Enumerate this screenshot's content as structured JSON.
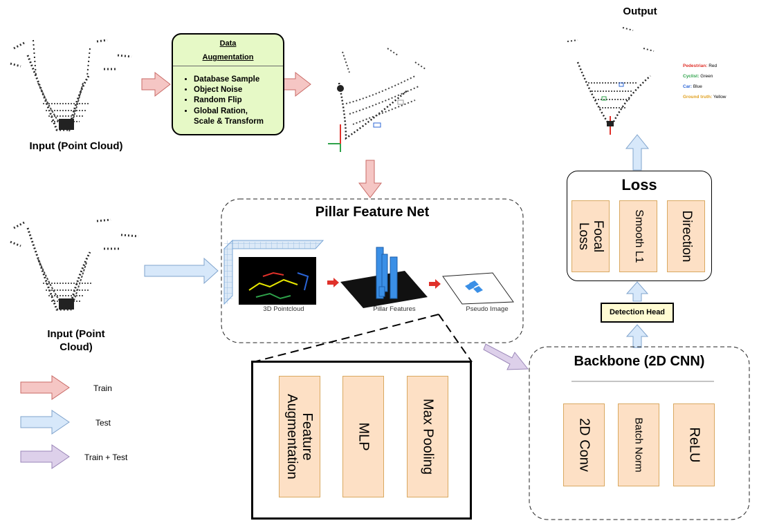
{
  "inputs": {
    "train_input_caption": "Input (Point Cloud)",
    "test_input_caption_line1": "Input (Point",
    "test_input_caption_line2": "Cloud)"
  },
  "data_augmentation": {
    "title_line1": "Data",
    "title_line2": "Augmentation",
    "items": [
      "Database Sample",
      "Object Noise",
      "Random Flip",
      "Global Ration,",
      "Scale & Transform"
    ]
  },
  "output": {
    "title": "Output",
    "legend": [
      {
        "label": "Pedestrian:",
        "value": "Red",
        "color": "#e0312a"
      },
      {
        "label": "Cyclist:",
        "value": "Green",
        "color": "#2ea24a"
      },
      {
        "label": "Car:",
        "value": "Blue",
        "color": "#2a64d6"
      },
      {
        "label": "Ground truth:",
        "value": "Yellow",
        "color": "#e0a020"
      }
    ]
  },
  "pillar_feature_net": {
    "title": "Pillar Feature Net",
    "labels": [
      "3D Pointcloud",
      "Pillar Features",
      "Pseudo Image"
    ]
  },
  "pfn_detail": {
    "blocks": [
      "Feature\nAugmentation",
      "MLP",
      "Max Pooling"
    ]
  },
  "loss": {
    "title": "Loss",
    "blocks": [
      "Focal\nLoss",
      "Smooth L1",
      "Direction"
    ]
  },
  "detection_head": "Detection Head",
  "backbone": {
    "title": "Backbone (2D CNN)",
    "blocks": [
      "2D Conv",
      "Batch Norm",
      "ReLU"
    ]
  },
  "legend": {
    "items": [
      {
        "label": "Train",
        "color": "#f5c6c4",
        "stroke": "#c96a66"
      },
      {
        "label": "Test",
        "color": "#d7e8fa",
        "stroke": "#7fa3cc"
      },
      {
        "label": "Train + Test",
        "color": "#ddd0ea",
        "stroke": "#9a86b8"
      }
    ]
  }
}
